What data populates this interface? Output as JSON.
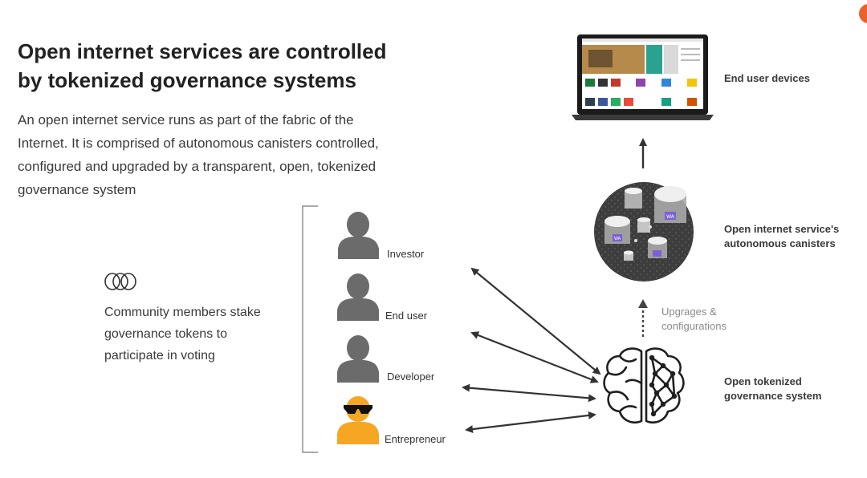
{
  "slide": {
    "title_line1": "Open internet services are controlled",
    "title_line2": "by tokenized governance systems",
    "body_line1": "An open internet service runs as part of the fabric of the",
    "body_line2": "Internet. It is comprised of autonomous canisters controlled,",
    "body_line3": "configured and upgraded by a transparent, open, tokenized",
    "body_line4": "governance system",
    "community_line1": "Community members stake",
    "community_line2": "governance tokens to",
    "community_line3": "participate in voting"
  },
  "participants": [
    {
      "label": "Investor",
      "icon": "person-icon"
    },
    {
      "label": "End user",
      "icon": "person-icon"
    },
    {
      "label": "Developer",
      "icon": "person-icon"
    },
    {
      "label": "Entrepreneur",
      "icon": "person-sunglasses-icon"
    }
  ],
  "right_column": {
    "devices_label": "End user devices",
    "canisters_line1": "Open internet service's",
    "canisters_line2": "autonomous canisters",
    "upgrades_line1": "Upgrages &",
    "upgrades_line2": "configurations",
    "governance_line1": "Open tokenized",
    "governance_line2": "governance system",
    "canister_badge": "WA"
  },
  "colors": {
    "person_gray": "#6b6b6b",
    "entrepreneur_orange": "#f5a623",
    "sphere_dark": "#3d3d3d",
    "badge_purple": "#7b61d6",
    "arrow": "#333333"
  }
}
